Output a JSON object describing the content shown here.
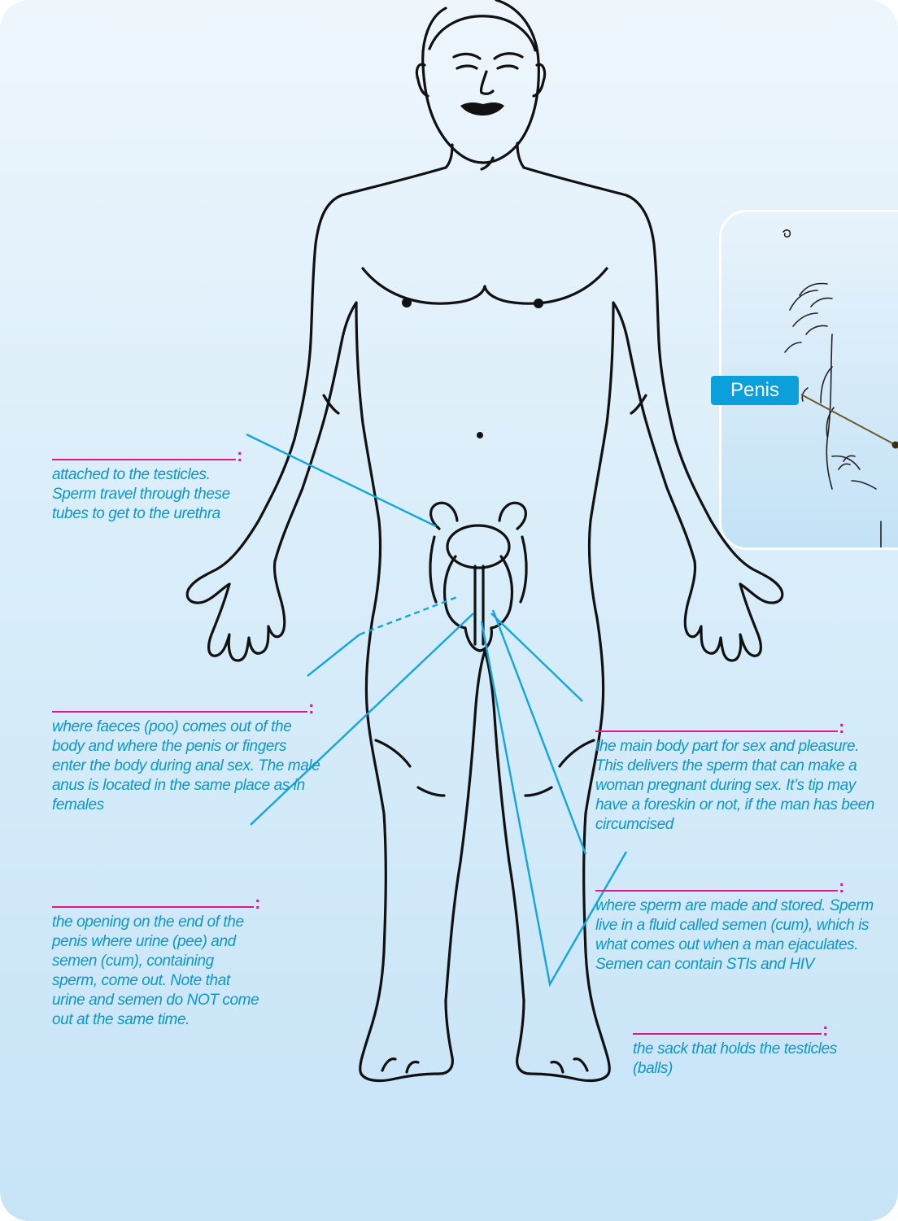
{
  "labels": {
    "vas_deferens": {
      "colon": ":",
      "text": "attached to the testicles. Sperm travel through these tubes to get to the urethra"
    },
    "anus": {
      "colon": ":",
      "text": "where faeces (poo) comes out of the body and where the penis or fingers enter the body during anal sex. The male anus is located in the same place as in females"
    },
    "urethra_opening": {
      "colon": ":",
      "text": "the opening on the end of the penis where urine (pee) and semen (cum), containing sperm, come out. Note that urine and semen do NOT come out at the same time."
    },
    "penis": {
      "colon": ":",
      "text": "the main body part for sex and pleasure. This delivers the sperm that can make a woman pregnant during sex. It’s tip may have a foreskin or not, if the man has been circumcised"
    },
    "testicles": {
      "colon": ":",
      "text": "where sperm are made and stored. Sperm live in a fluid called semen (cum), which is what comes out when a man ejaculates. Semen can contain STIs and HIV"
    },
    "scrotum": {
      "colon": ":",
      "text": "the sack that holds the testicles (balls)"
    }
  },
  "inset": {
    "tag": "Penis"
  },
  "colors": {
    "label_text": "#0a96cf",
    "blank_line": "#e2168a",
    "leader_line": "#12a5df",
    "tag_bg": "#0ba0dc"
  }
}
